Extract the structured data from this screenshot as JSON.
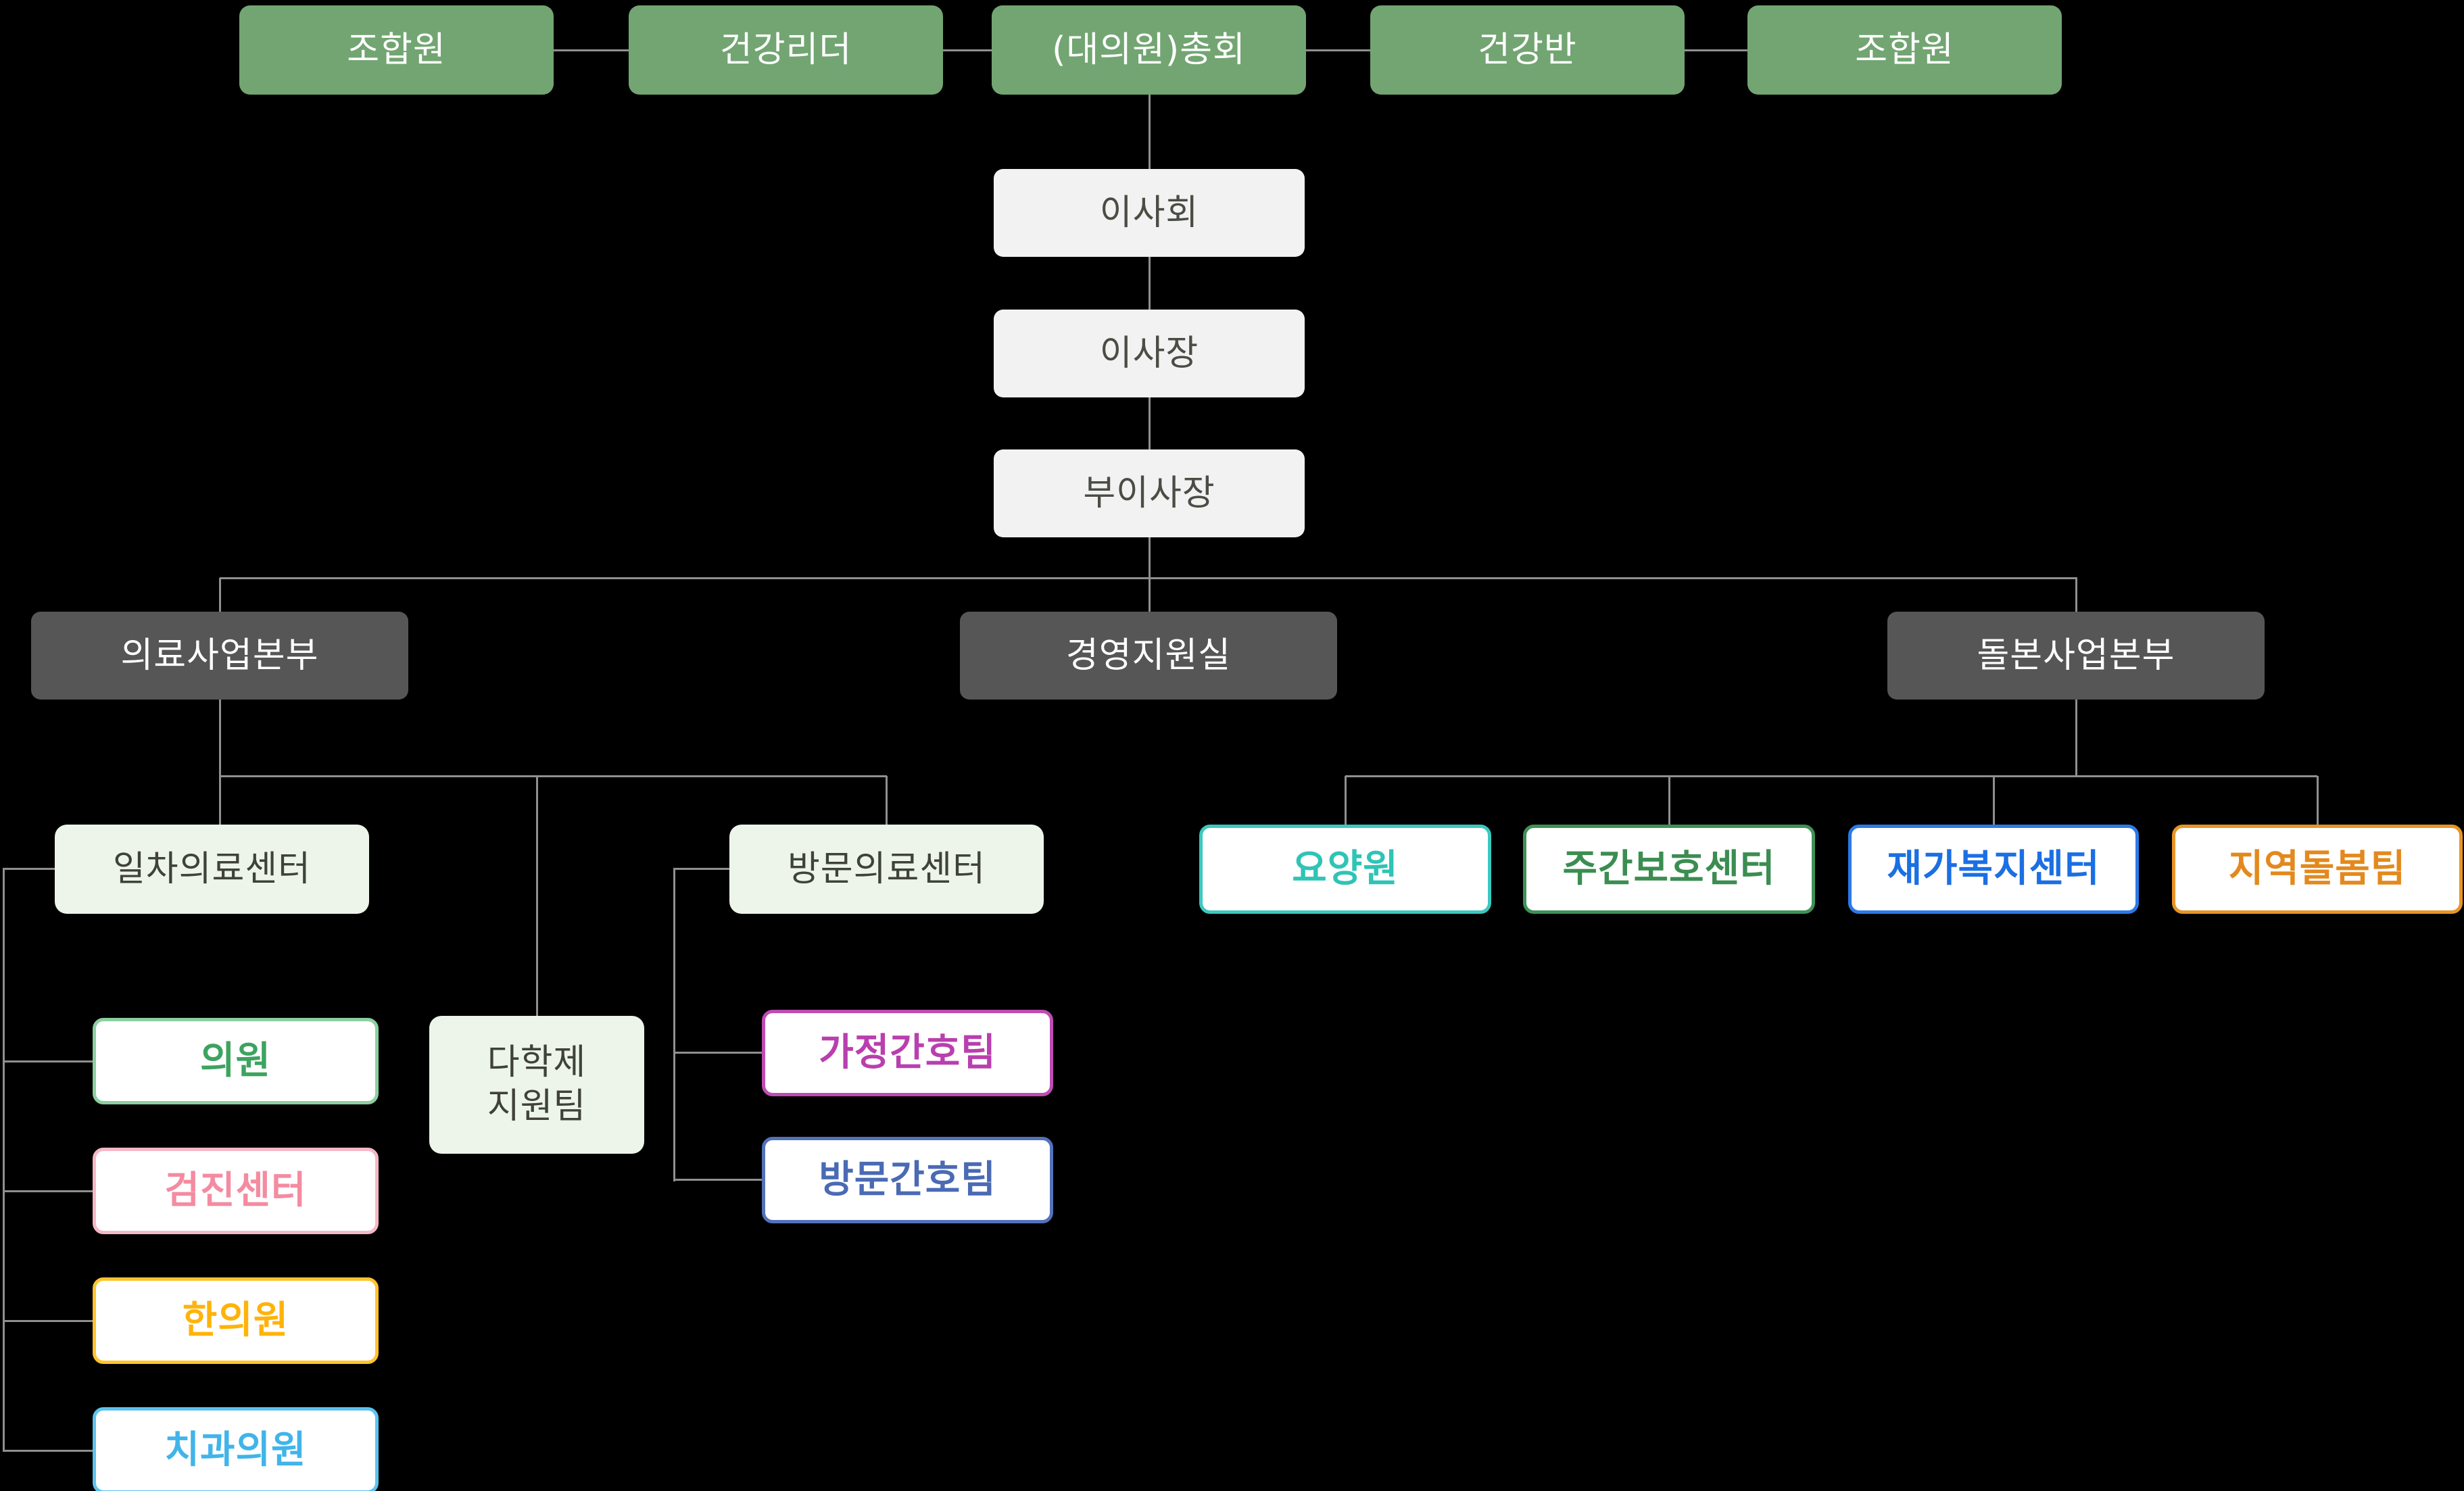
{
  "org_chart": {
    "background": "#000000",
    "connector_color": "#8f8f8f",
    "palette": {
      "top_bg": "#72a572",
      "top_text": "#ffffff",
      "governance_bg": "#f2f2f2",
      "governance_text": "#4a4d44",
      "division_bg": "#565656",
      "division_text": "#ffffff",
      "center_bg": "#edf4ea",
      "center_text": "#3e423b",
      "child_bg": "#ffffff"
    },
    "top_row": [
      {
        "label": "조합원"
      },
      {
        "label": "건강리더"
      },
      {
        "label": "(대의원)총회"
      },
      {
        "label": "건강반"
      },
      {
        "label": "조합원"
      }
    ],
    "governance": [
      {
        "label": "이사회"
      },
      {
        "label": "이사장"
      },
      {
        "label": "부이사장"
      }
    ],
    "divisions": [
      {
        "label": "의료사업본부"
      },
      {
        "label": "경영지원실"
      },
      {
        "label": "돌본사업본부"
      }
    ],
    "medical_branch": {
      "centers": [
        {
          "label": "일차의료센터"
        },
        {
          "label": "방문의료센터"
        }
      ],
      "support_team": {
        "line1": "다학제",
        "line2": "지원팀"
      },
      "primary_care_children": [
        {
          "label": "의원",
          "text_color": "#3da35f",
          "border_color": "#8ccf9f"
        },
        {
          "label": "검진센터",
          "text_color": "#f48ba1",
          "border_color": "#f5b8c6"
        },
        {
          "label": "한의원",
          "text_color": "#ffb309",
          "border_color": "#ffc42e"
        },
        {
          "label": "치과의원",
          "text_color": "#41b4e9",
          "border_color": "#5cc3ee"
        }
      ],
      "visit_care_children": [
        {
          "label": "가정간호팀",
          "text_color": "#b93fae",
          "border_color": "#bf4cb4"
        },
        {
          "label": "방문간호팀",
          "text_color": "#4a6ab4",
          "border_color": "#5272ba"
        }
      ]
    },
    "care_branch": {
      "children": [
        {
          "label": "요양원",
          "text_color": "#2ec4b6",
          "border_color": "#3bc8c0"
        },
        {
          "label": "주간보호센터",
          "text_color": "#3b8d51",
          "border_color": "#3f9156"
        },
        {
          "label": "재가복지센터",
          "text_color": "#1b6fe4",
          "border_color": "#2b7ae8"
        },
        {
          "label": "지역돌봄팀",
          "text_color": "#e3891d",
          "border_color": "#e89426"
        }
      ]
    }
  }
}
